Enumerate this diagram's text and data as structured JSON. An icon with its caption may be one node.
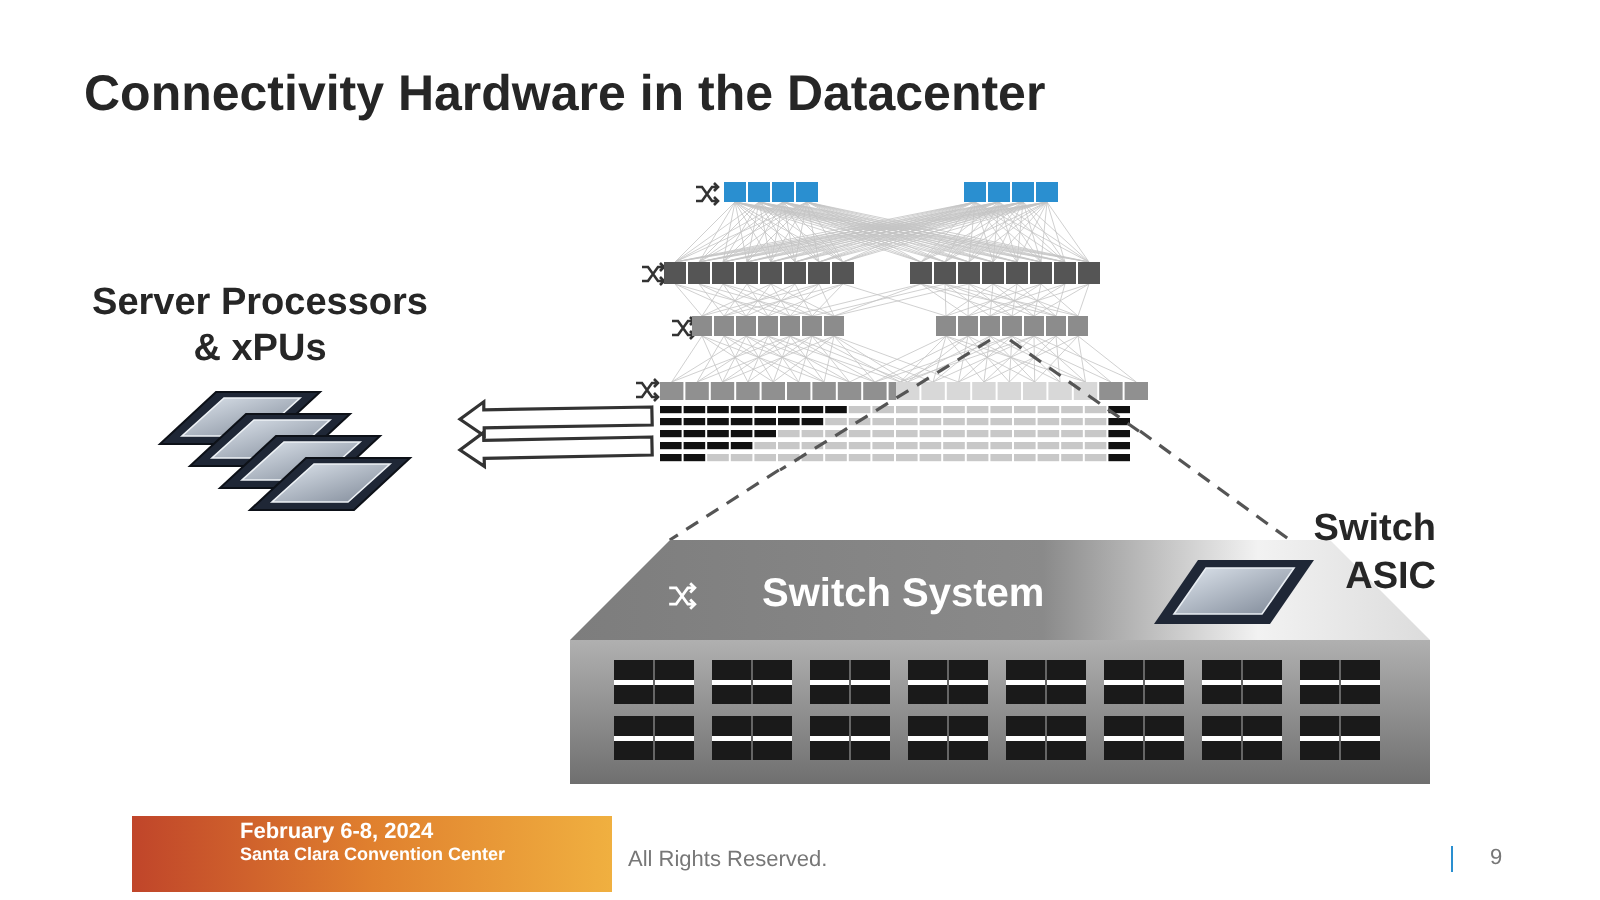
{
  "diagram": {
    "title": "Connectivity Hardware in the Datacenter",
    "nodes": [
      {
        "text": [
          "Server Processors & xPUs"
        ]
      },
      {
        "text": [],
        "shape": "picture"
      },
      {
        "text": [
          "Switch System"
        ]
      }
    ],
    "edges": [
      {
        "from": 1,
        "to": 0,
        "arrow": "to",
        "style": "thick"
      },
      {
        "from": 1,
        "to": 0,
        "arrow": "to",
        "style": "thick"
      },
      {
        "from": 1,
        "to": 2,
        "arrow": "none",
        "style": "dashed"
      },
      {
        "from": 1,
        "to": 2,
        "arrow": "none",
        "style": "dashed"
      }
    ],
    "labels": [
      "Switch ASIC",
      "February 6-8, 2024",
      "Santa Clara Convention Center",
      "All Rights Reserved.",
      "9"
    ]
  }
}
